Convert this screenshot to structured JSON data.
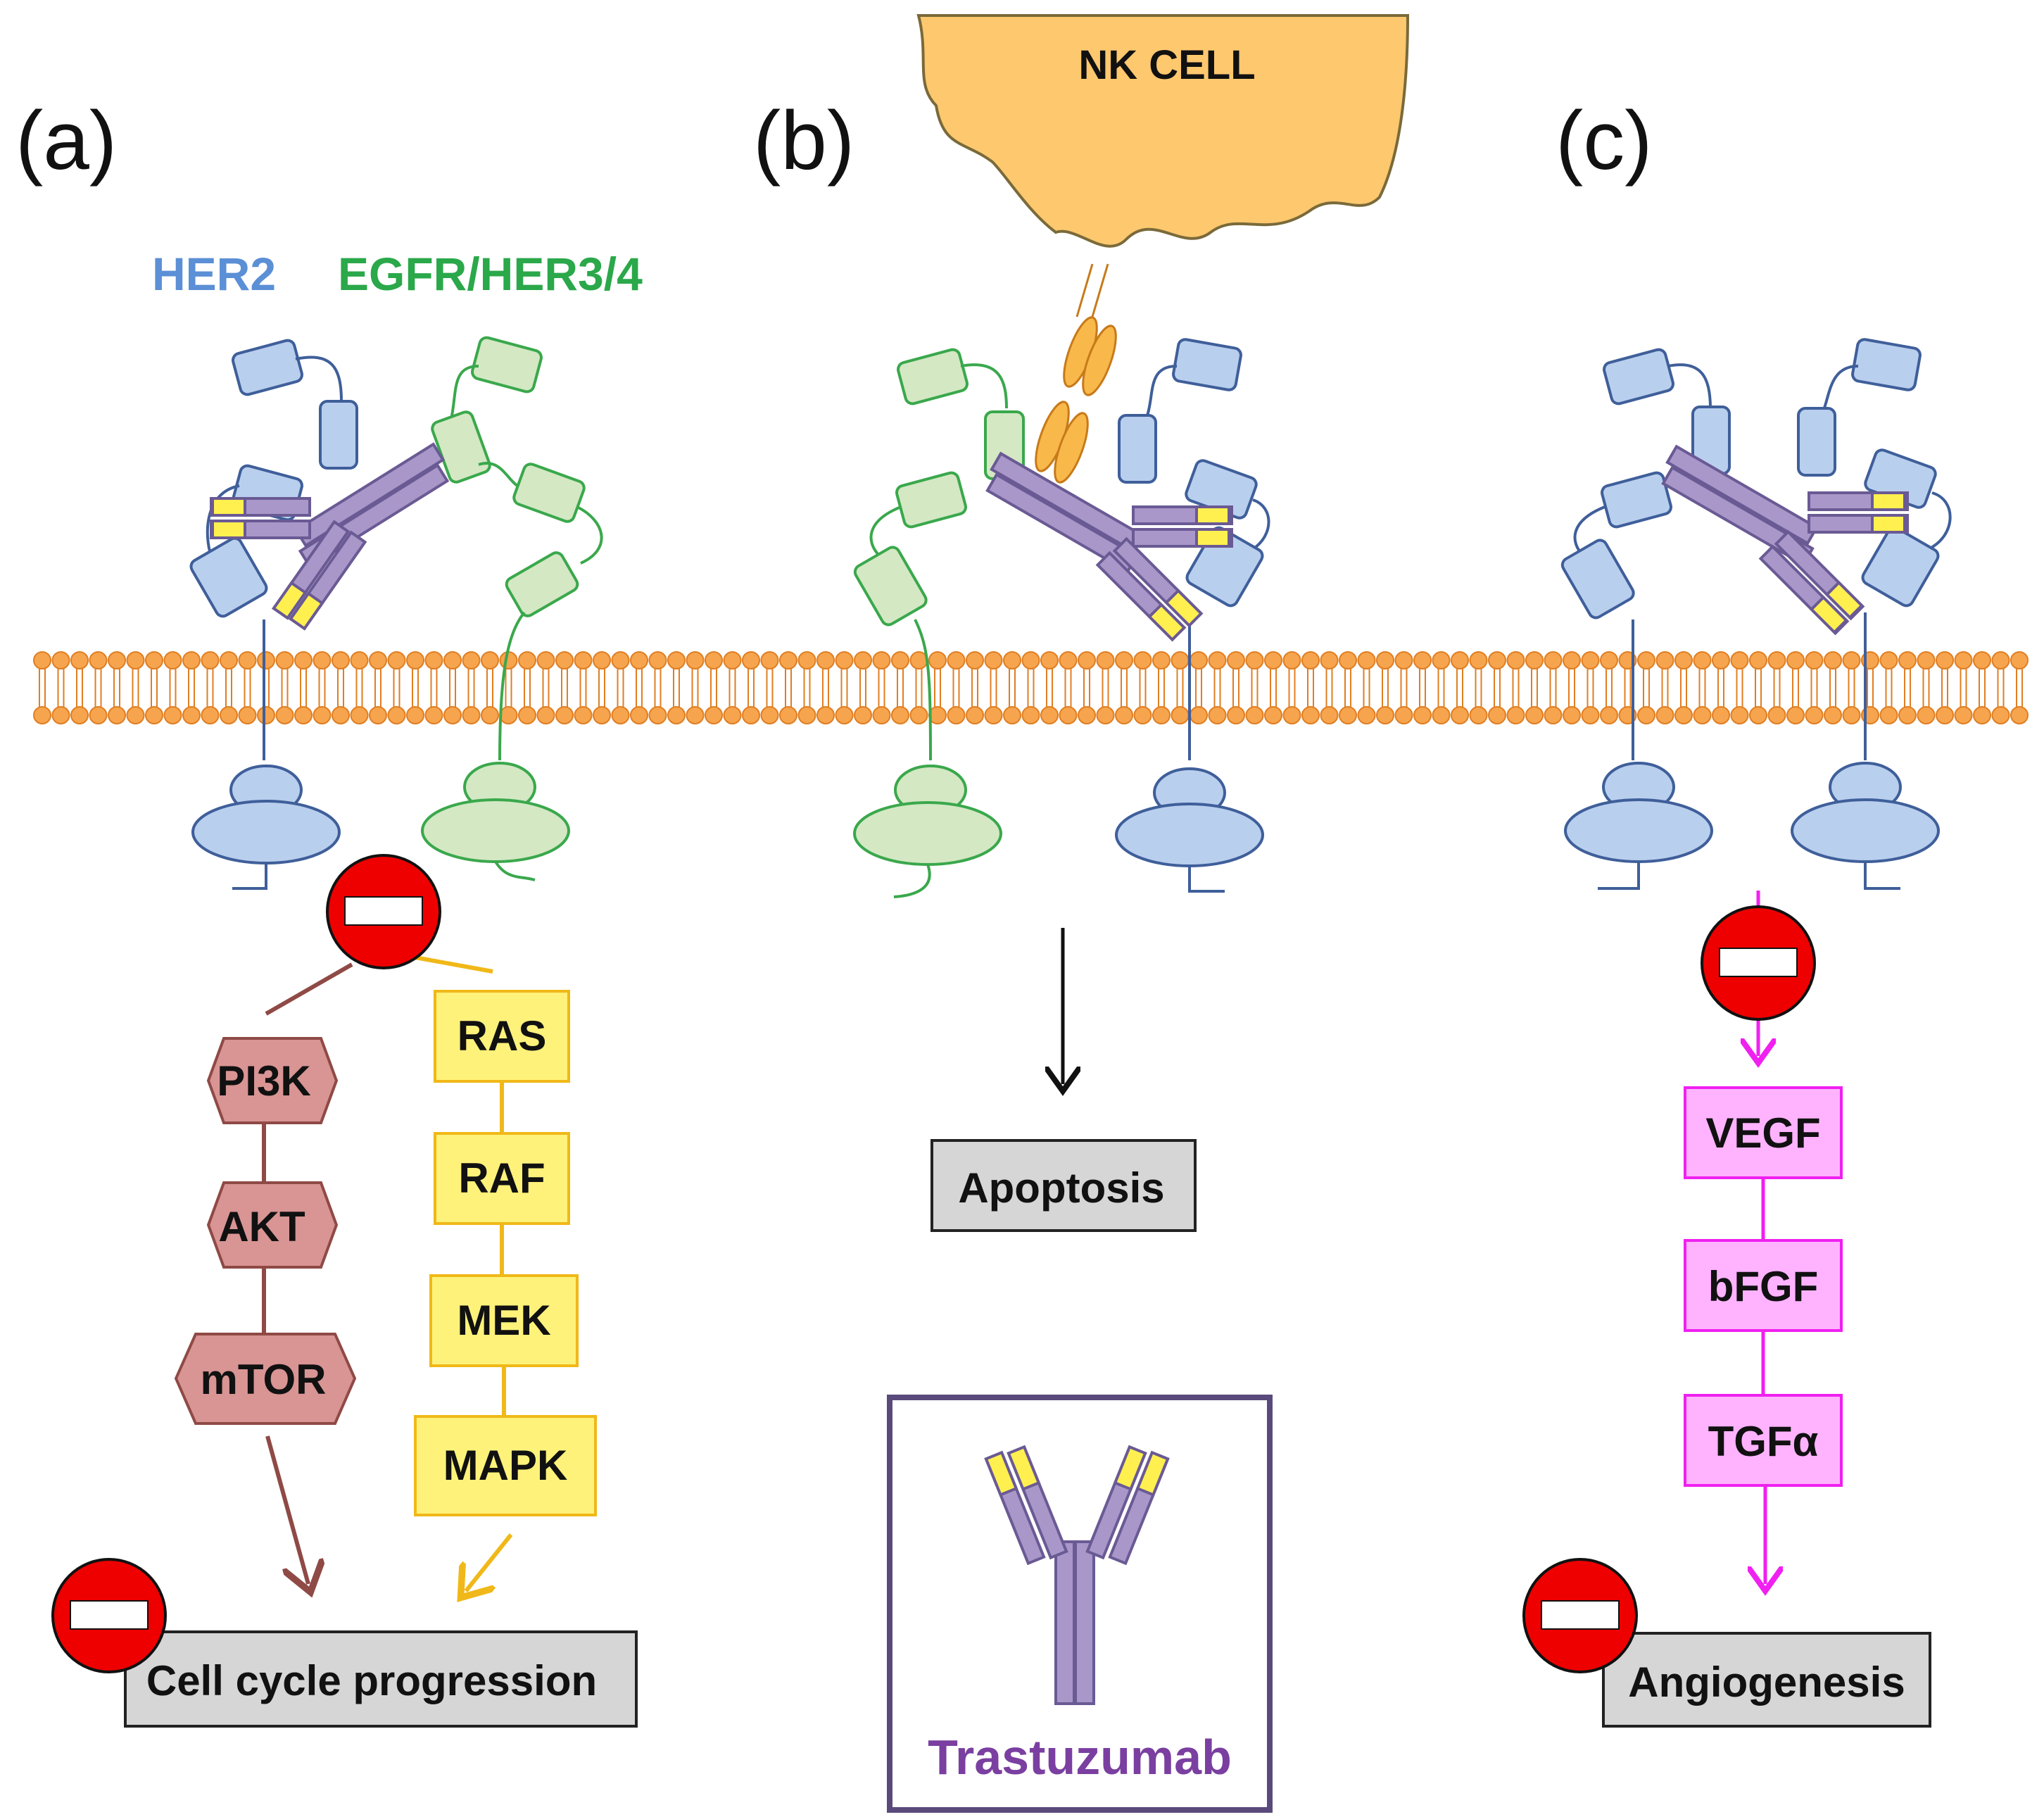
{
  "colors": {
    "her2": "#5b8fd6",
    "her2_fill": "#b9cfee",
    "her2_stroke": "#3f5f9a",
    "egfr": "#2aa84a",
    "egfr_fill": "#d4e8c4",
    "egfr_stroke": "#3aa84c",
    "antibody_fill": "#a897c8",
    "antibody_stroke": "#6a5a94",
    "antibody_tip": "#fff050",
    "membrane": "#f6a54e",
    "membrane_stroke": "#e07e22",
    "nk_fill": "#fec86e",
    "pi3k_path_fill": "#d99494",
    "pi3k_path_stroke": "#8f4a46",
    "mapk_path_fill": "#fff27a",
    "mapk_path_stroke": "#f0b818",
    "angio_fill": "#ffb3ff",
    "angio_stroke": "#f020f0",
    "outcome_fill": "#d6d6d6",
    "stop_red": "#ee0000",
    "trastuzumab_text": "#7a3fa0",
    "box_border": "#5a4a7c"
  },
  "panels": {
    "a": {
      "label": "(a)"
    },
    "b": {
      "label": "(b)"
    },
    "c": {
      "label": "(c)"
    }
  },
  "legend": {
    "her2": "HER2",
    "egfr": "EGFR/HER3/4"
  },
  "nk_cell": {
    "label": "NK CELL"
  },
  "pathway_pi3k": [
    "PI3K",
    "AKT",
    "mTOR"
  ],
  "pathway_mapk": [
    "RAS",
    "RAF",
    "MEK",
    "MAPK"
  ],
  "pathway_angio": [
    "VEGF",
    "bFGF",
    "TGFα"
  ],
  "outcomes": {
    "cell_cycle": "Cell cycle progression",
    "apoptosis": "Apoptosis",
    "angiogenesis": "Angiogenesis"
  },
  "drug_box": {
    "label": "Trastuzumab"
  },
  "icons": [
    "stop-sign-icon",
    "antibody-icon",
    "arrow-icon"
  ]
}
